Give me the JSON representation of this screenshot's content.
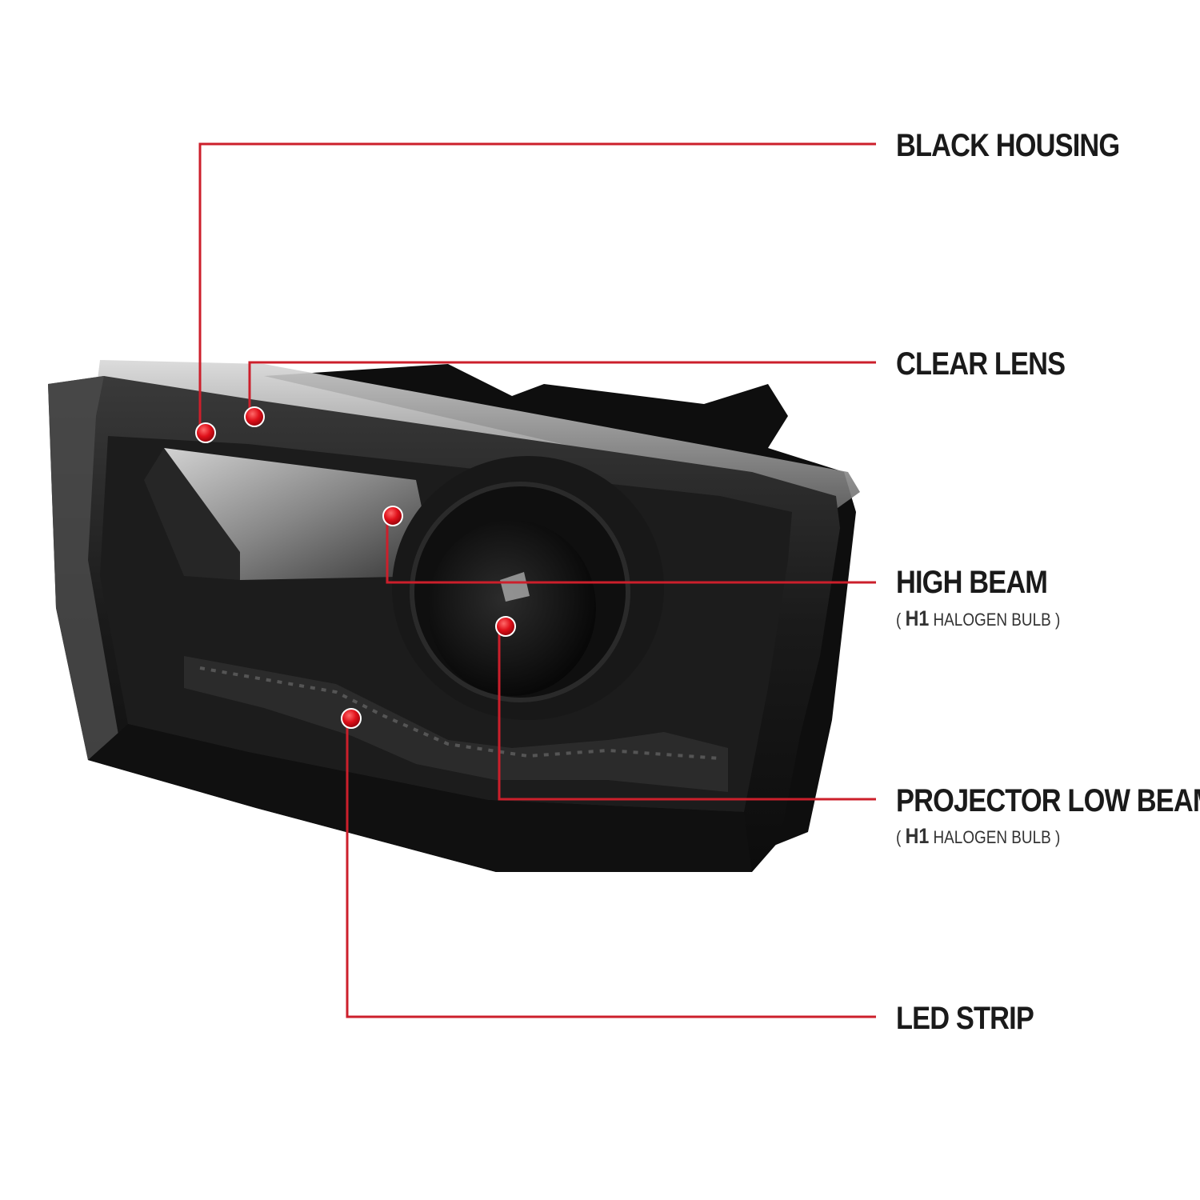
{
  "callouts": [
    {
      "id": "black-housing",
      "label": "BLACK HOUSING"
    },
    {
      "id": "clear-lens",
      "label": "CLEAR LENS"
    },
    {
      "id": "high-beam",
      "label": "HIGH BEAM",
      "sub": {
        "open": "(",
        "bulb": "H1",
        "kind": "HALOGEN BULB",
        "close": ")"
      }
    },
    {
      "id": "projector-low-beam",
      "label": "PROJECTOR LOW BEAM",
      "sub": {
        "open": "(",
        "bulb": "H1",
        "kind": "HALOGEN BULB",
        "close": ")"
      }
    },
    {
      "id": "led-strip",
      "label": "LED STRIP"
    }
  ],
  "colors": {
    "callout_line": "#cc1f2b",
    "callout_dot": "#e0101a",
    "housing": "#141414",
    "label_text": "#1a1a1a"
  }
}
